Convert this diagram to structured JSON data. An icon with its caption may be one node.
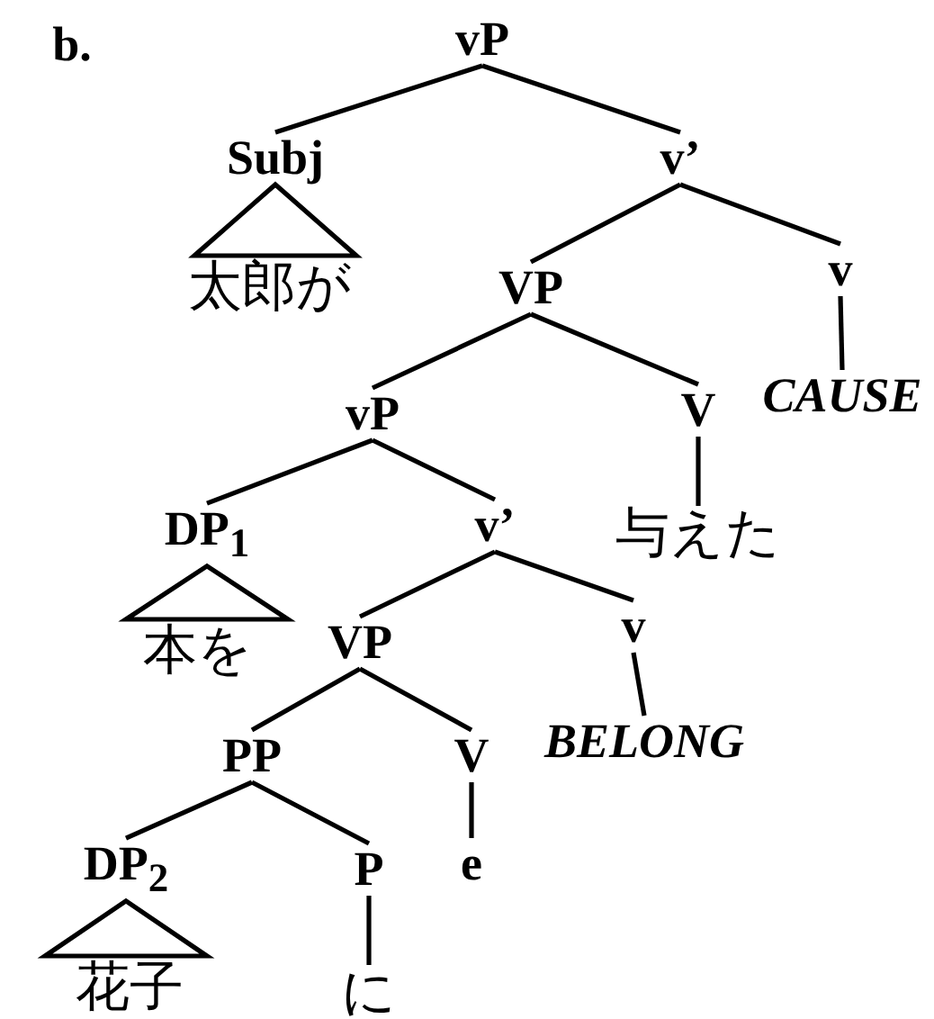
{
  "diagram": {
    "nodes": [
      {
        "text": [
          "vP"
        ]
      },
      {
        "text": [
          "Subj"
        ]
      },
      {
        "text": [
          "太郎が"
        ]
      },
      {
        "text": [
          "v’"
        ]
      },
      {
        "text": [
          "VP"
        ]
      },
      {
        "text": [
          "v"
        ]
      },
      {
        "text": [
          "CAUSE"
        ]
      },
      {
        "text": [
          "vP"
        ]
      },
      {
        "text": [
          "V"
        ]
      },
      {
        "text": [
          "与えた"
        ]
      },
      {
        "text": [
          "DP$_{1}$"
        ]
      },
      {
        "text": [
          "本を"
        ]
      },
      {
        "text": [
          "v’"
        ]
      },
      {
        "text": [
          "VP"
        ]
      },
      {
        "text": [
          "v"
        ]
      },
      {
        "text": [
          "BELONG"
        ]
      },
      {
        "text": [
          "PP"
        ]
      },
      {
        "text": [
          "V"
        ]
      },
      {
        "text": [
          "e"
        ]
      },
      {
        "text": [
          "DP$_{2}$"
        ]
      },
      {
        "text": [
          "花子"
        ]
      },
      {
        "text": [
          "P"
        ]
      },
      {
        "text": [
          "に"
        ]
      }
    ],
    "edges": [
      {
        "from": 0,
        "to": 1,
        "arrow": "none"
      },
      {
        "from": 0,
        "to": 3,
        "arrow": "none"
      },
      {
        "from": 1,
        "to": 2,
        "arrow": "none"
      },
      {
        "from": 3,
        "to": 4,
        "arrow": "none"
      },
      {
        "from": 3,
        "to": 5,
        "arrow": "none"
      },
      {
        "from": 5,
        "to": 6,
        "arrow": "none"
      },
      {
        "from": 4,
        "to": 7,
        "arrow": "none"
      },
      {
        "from": 4,
        "to": 8,
        "arrow": "none"
      },
      {
        "from": 8,
        "to": 9,
        "arrow": "none"
      },
      {
        "from": 7,
        "to": 10,
        "arrow": "none"
      },
      {
        "from": 10,
        "to": 11,
        "arrow": "none"
      },
      {
        "from": 7,
        "to": 12,
        "arrow": "none"
      },
      {
        "from": 12,
        "to": 13,
        "arrow": "none"
      },
      {
        "from": 12,
        "to": 14,
        "arrow": "none"
      },
      {
        "from": 14,
        "to": 15,
        "arrow": "none"
      },
      {
        "from": 13,
        "to": 16,
        "arrow": "none"
      },
      {
        "from": 13,
        "to": 17,
        "arrow": "none"
      },
      {
        "from": 17,
        "to": 18,
        "arrow": "none"
      },
      {
        "from": 16,
        "to": 19,
        "arrow": "none"
      },
      {
        "from": 19,
        "to": 20,
        "arrow": "none"
      },
      {
        "from": 16,
        "to": 21,
        "arrow": "none"
      },
      {
        "from": 21,
        "to": 22,
        "arrow": "none"
      }
    ],
    "labels": [
      "b."
    ]
  }
}
